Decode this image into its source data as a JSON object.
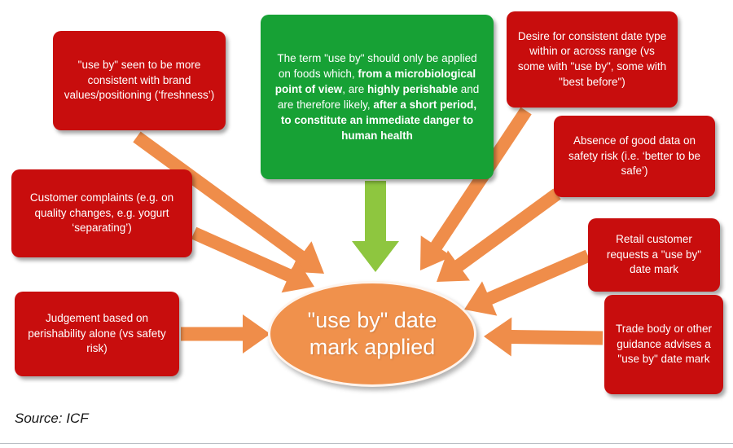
{
  "green_box": {
    "segments": [
      {
        "text": "The term \"use by\" should only be applied on foods which, ",
        "bold": false
      },
      {
        "text": "from a microbiological point of view",
        "bold": true
      },
      {
        "text": ", are ",
        "bold": false
      },
      {
        "text": "highly perishable",
        "bold": true
      },
      {
        "text": " and are therefore likely, ",
        "bold": false
      },
      {
        "text": "after a short period, to constitute an immediate danger to human health",
        "bold": true
      }
    ]
  },
  "red_boxes": [
    "\"use by\" seen to be more consistent with brand values/positioning (‘freshness’)",
    "Customer complaints (e.g. on quality changes, e.g. yogurt ‘separating’)",
    "Judgement based on perishability alone (vs safety risk)",
    "Desire for consistent date type within or across range (vs some with \"use by\", some with \"best before\")",
    "Absence of good data on safety risk (i.e. ‘better to be safe’)",
    "Retail customer requests a \"use by\" date mark",
    "Trade body or other guidance advises a \"use by\" date mark"
  ],
  "center": {
    "label": "\"use by\" date mark applied"
  },
  "source": "Source: ICF",
  "colors": {
    "red_box": "#c80d0d",
    "green_box": "#17a135",
    "arrow_orange": "#ef8d4a",
    "arrow_green": "#8ec63f",
    "ellipse_fill": "#f0914c"
  }
}
